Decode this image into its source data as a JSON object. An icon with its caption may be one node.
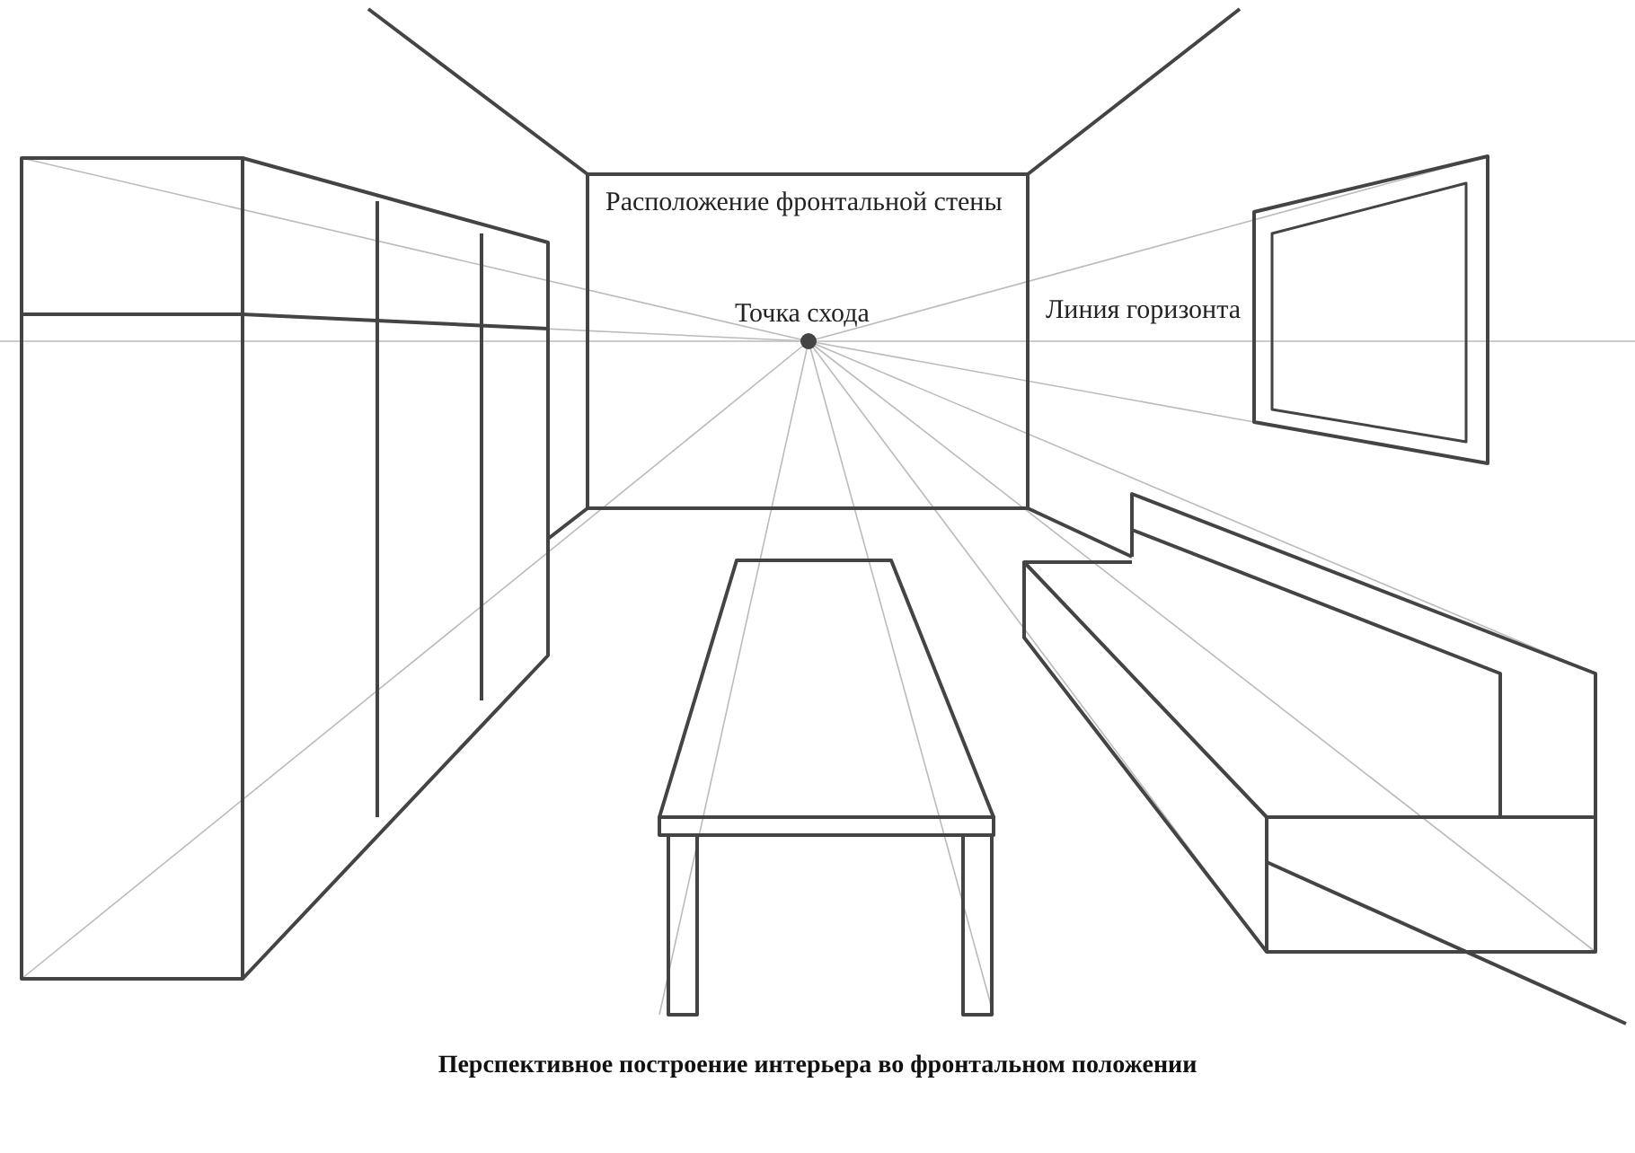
{
  "diagram": {
    "caption": "Перспективное построение интерьера во фронтальном положении",
    "labels": [
      "Расположение фронтальной стены",
      "Точка схода",
      "Линия горизонта"
    ]
  }
}
